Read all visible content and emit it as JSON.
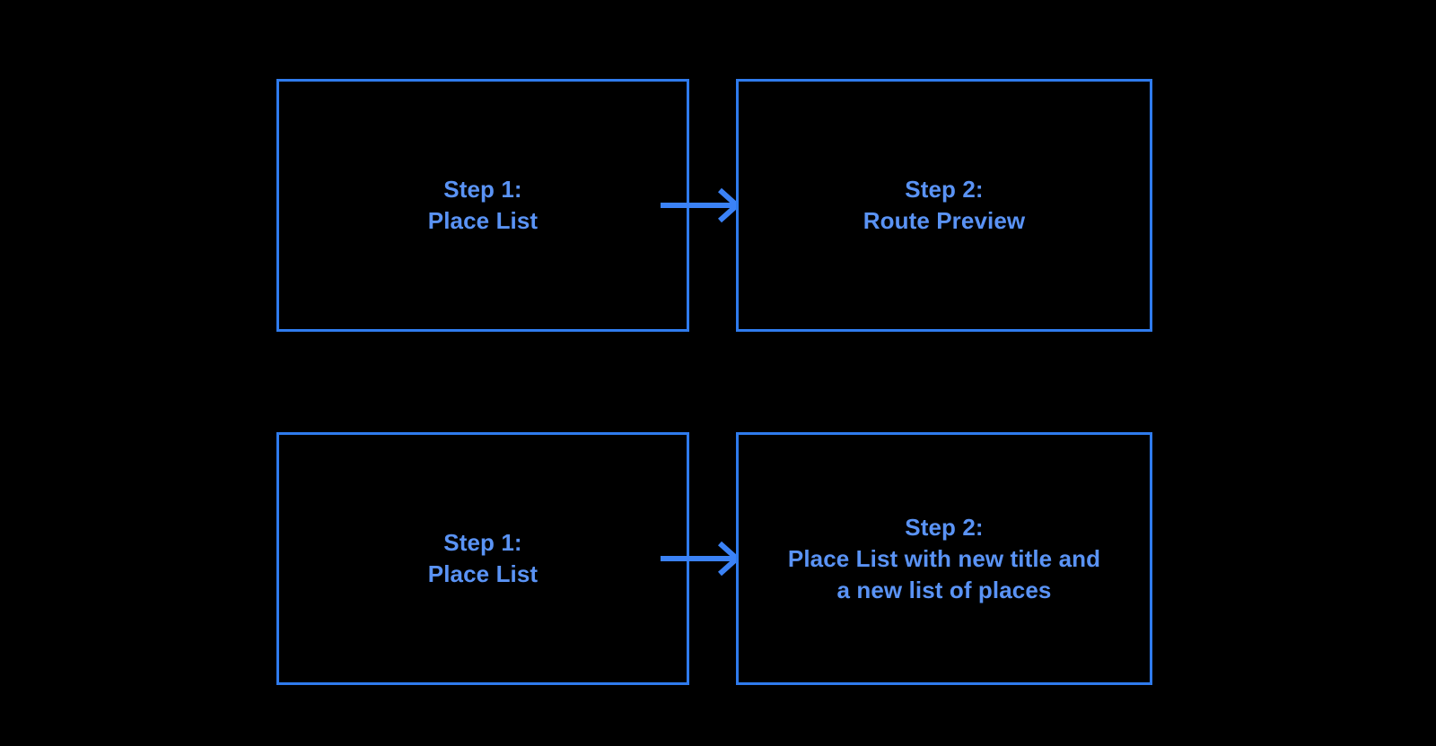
{
  "diagram": {
    "background_color": "#000000",
    "box_border_color": "#2f7bed",
    "text_color": "#5a93f5",
    "arrow_color": "#3b82f6",
    "flows": [
      {
        "name": "route-preview-flow",
        "steps": [
          {
            "label": "Step 1:\nPlace List"
          },
          {
            "label": "Step 2:\nRoute Preview"
          }
        ],
        "connector": {
          "icon": "arrow-right-icon"
        }
      },
      {
        "name": "place-list-update-flow",
        "steps": [
          {
            "label": "Step 1:\nPlace List"
          },
          {
            "label": "Step 2:\nPlace List with new title and\na new list of places"
          }
        ],
        "connector": {
          "icon": "arrow-right-icon"
        }
      }
    ]
  }
}
